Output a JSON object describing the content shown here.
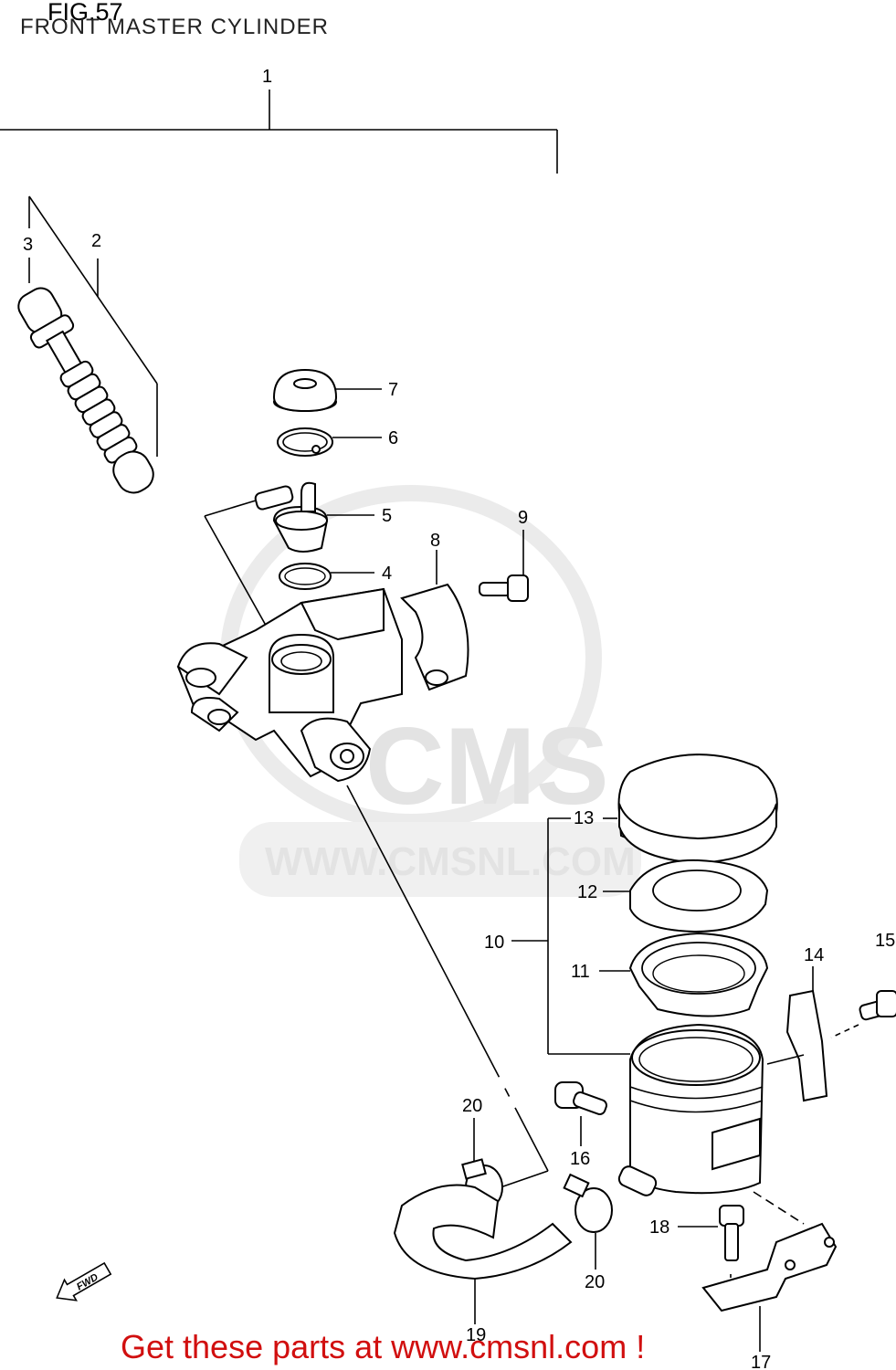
{
  "header": {
    "fig_label": "FIG.57",
    "subtitle": "FRONT MASTER CYLINDER"
  },
  "watermark": {
    "brand": "CMS",
    "url": "WWW.CMSNL.COM"
  },
  "callouts": {
    "c1": "1",
    "c2": "2",
    "c3": "3",
    "c4": "4",
    "c5": "5",
    "c6": "6",
    "c7": "7",
    "c8": "8",
    "c9": "9",
    "c10": "10",
    "c11": "11",
    "c12": "12",
    "c13": "13",
    "c14": "14",
    "c15": "15",
    "c16": "16",
    "c17": "17",
    "c18": "18",
    "c19": "19",
    "c20a": "20",
    "c20b": "20"
  },
  "fwd_label": "FWD",
  "footer": {
    "text": "Get these parts at www.cmsnl.com !"
  },
  "colors": {
    "footer_red": "#d10f0f",
    "watermark_grey": "#e3e3e3",
    "line_black": "#000000"
  }
}
